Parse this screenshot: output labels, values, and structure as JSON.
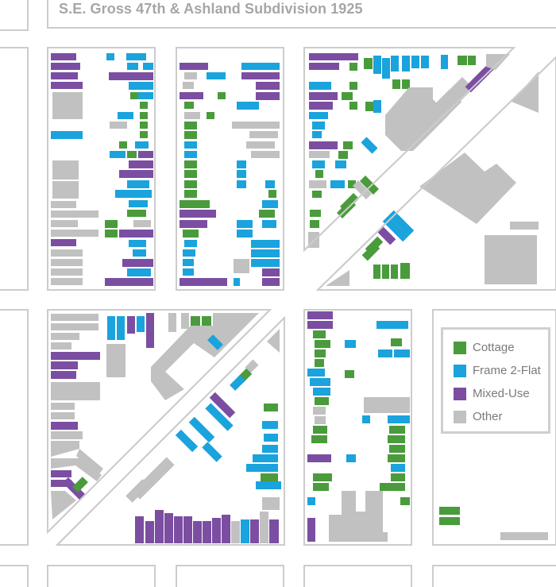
{
  "title": "S.E. Gross 47th & Ashland Subdivision 1925",
  "colors": {
    "cottage": "#4a9b3c",
    "frame_2_flat": "#1aa3dc",
    "mixed_use": "#7b4ea1",
    "other": "#c1c1c1",
    "street_outline": "#cccccc"
  },
  "legend": [
    {
      "key": "cottage",
      "label": "Cottage",
      "color": "#4a9b3c"
    },
    {
      "key": "frame_2_flat",
      "label": "Frame 2-Flat",
      "color": "#1aa3dc"
    },
    {
      "key": "mixed_use",
      "label": "Mixed-Use",
      "color": "#7b4ea1"
    },
    {
      "key": "other",
      "label": "Other",
      "color": "#c1c1c1"
    }
  ]
}
